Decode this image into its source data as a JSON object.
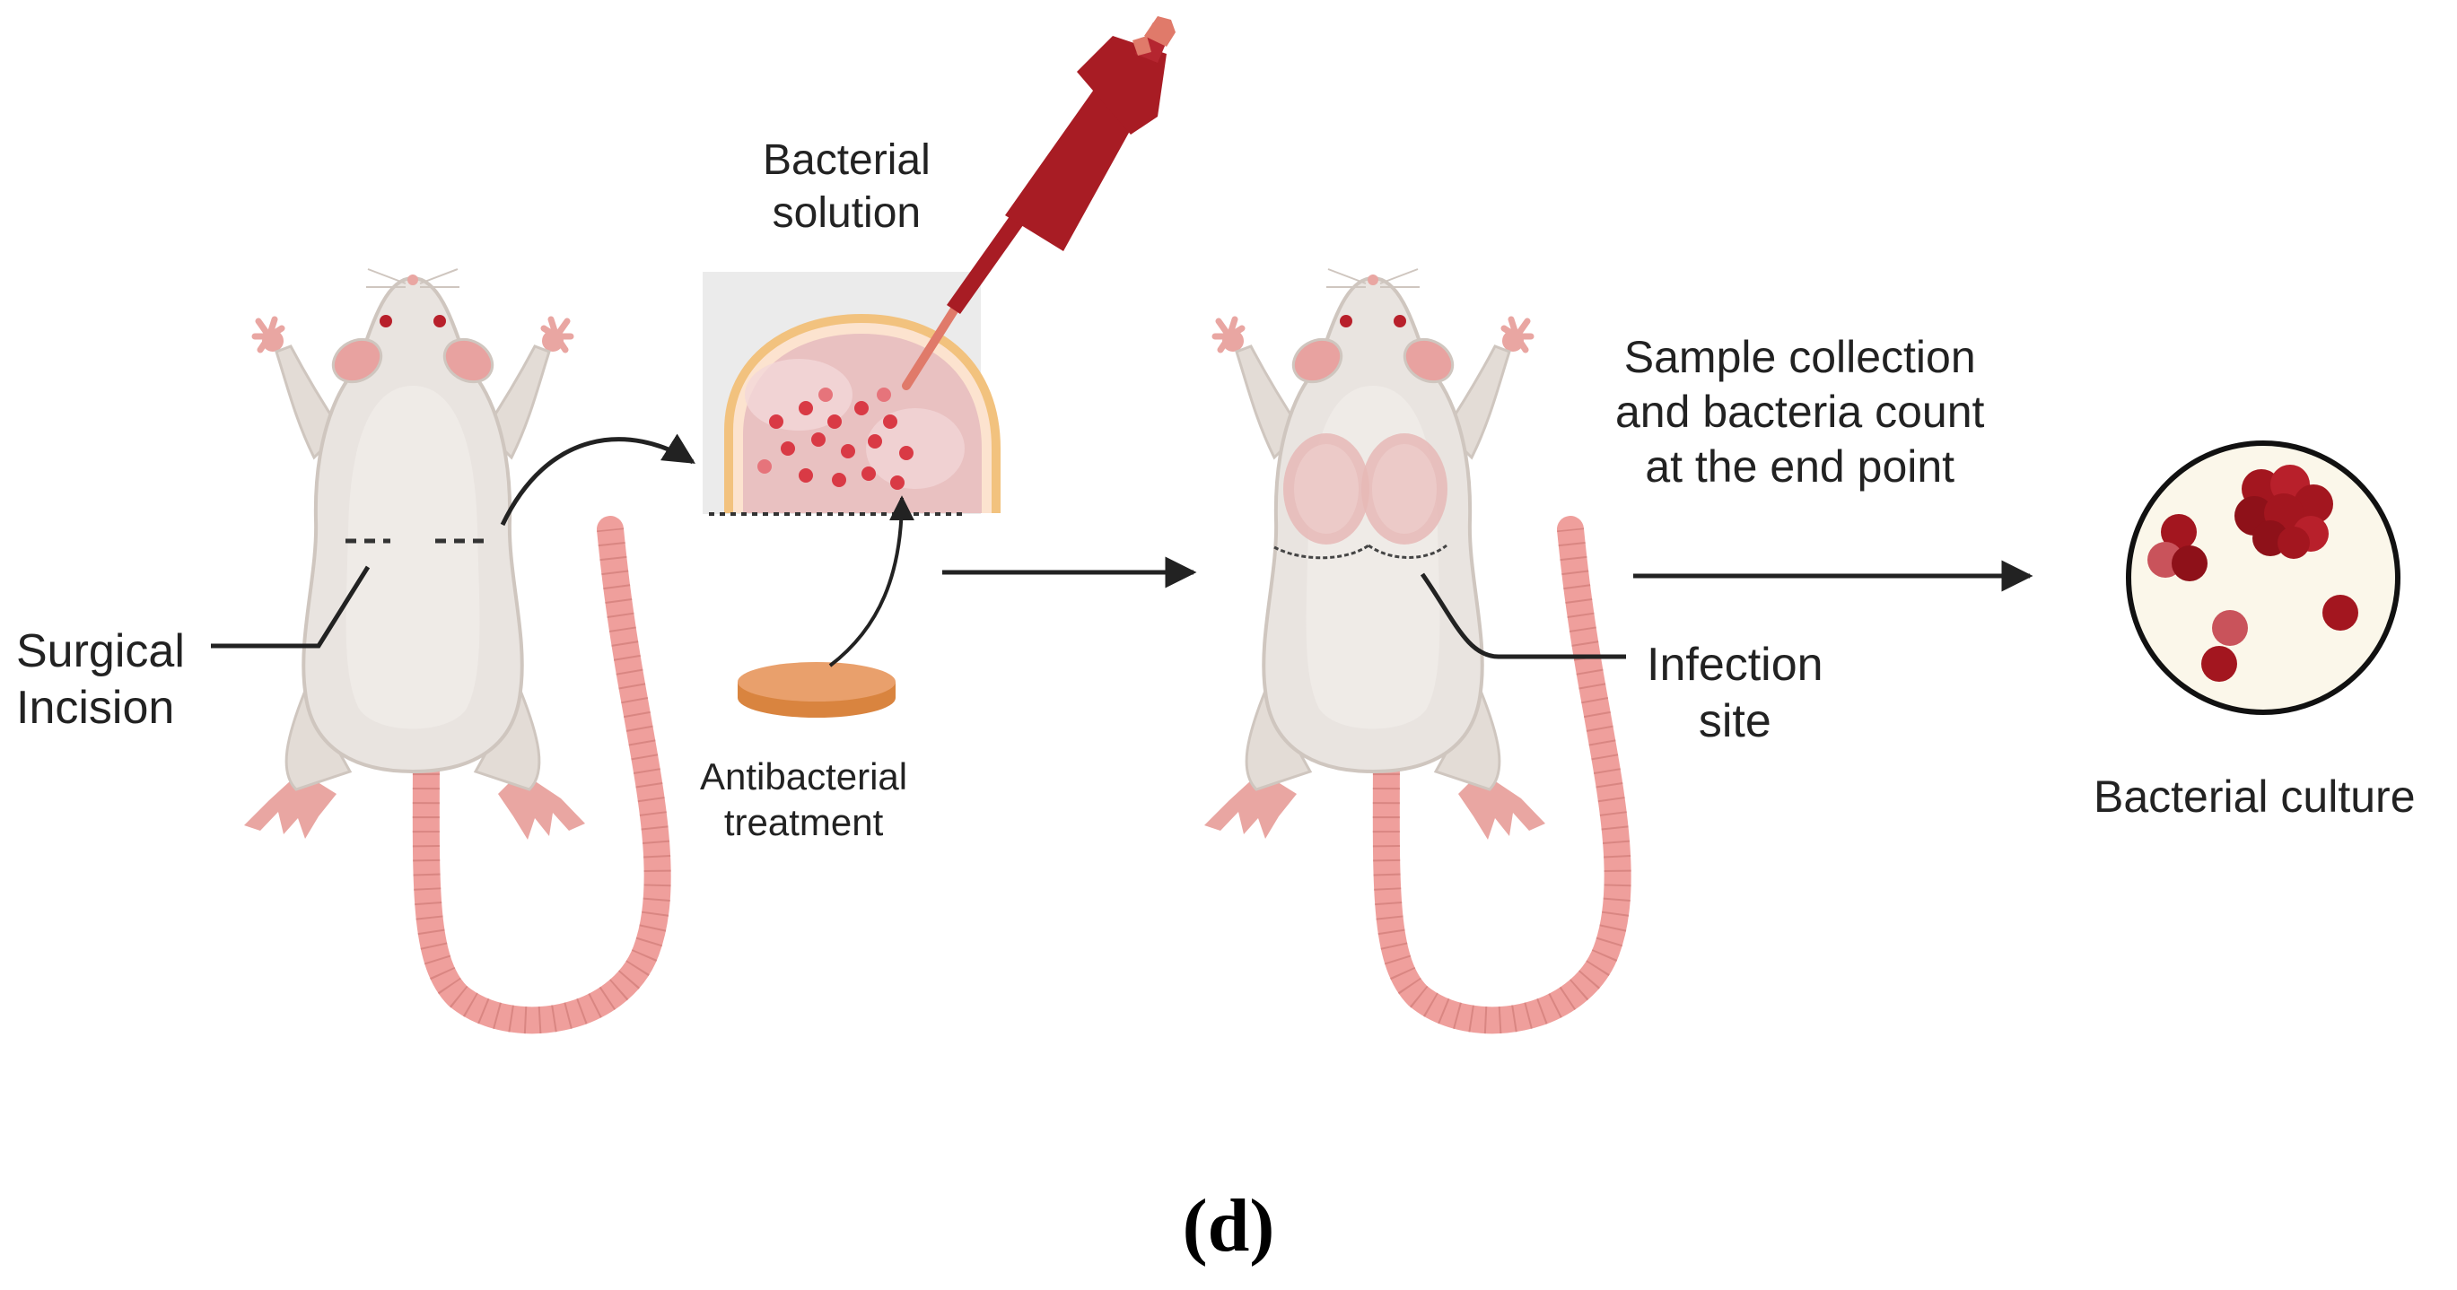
{
  "labels": {
    "bacterial_solution": [
      "Bacterial",
      "solution"
    ],
    "surgical_incision": [
      "Surgical",
      "Incision"
    ],
    "antibacterial_treatment": [
      "Antibacterial",
      "treatment"
    ],
    "sample_collection": [
      "Sample collection",
      "and bacteria count",
      "at the end point"
    ],
    "infection_site": [
      "Infection",
      "site"
    ],
    "bacterial_culture": "Bacterial culture"
  },
  "panel_label": "(d)",
  "colors": {
    "rat_body": "#e9e4e0",
    "rat_outline": "#cfc6bf",
    "rat_pink": "#e8a2a0",
    "tail": "#ef9f9c",
    "pipette": "#a81c24",
    "pipette_tip": "#e07a6a",
    "bacteria": "#d93a45",
    "wound_pink": "#e6b8b6",
    "disc": "#e9a06c",
    "colony": "#a3161f",
    "dish_fill": "#fbf7ea"
  }
}
